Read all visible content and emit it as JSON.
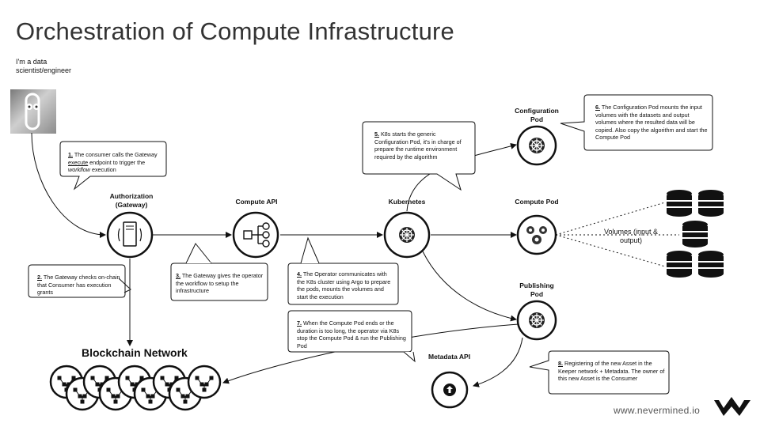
{
  "title": "Orchestration of Compute Infrastructure",
  "intro": "I'm a data scientist/engineer",
  "nodes": {
    "gateway": "Authorization (Gateway)",
    "compute_api": "Compute API",
    "kubernetes": "Kubernetes",
    "config_pod": "Configuration Pod",
    "compute_pod": "Compute Pod",
    "publishing_pod": "Publishing Pod",
    "metadata_api": "Metadata API",
    "blockchain": "Blockchain Network",
    "volumes": "Volumes (input & output)"
  },
  "steps": {
    "s1": {
      "num": "1.",
      "a": " The consumer calls the Gateway ",
      "b": "execute",
      "c": " endpoint to trigger the ",
      "d": "workflow",
      "e": " execution"
    },
    "s2": {
      "num": "2.",
      "text": " The Gateway checks on-chain that Consumer has execution grants"
    },
    "s3": {
      "num": "3.",
      "text": " The Gateway gives the operator the workflow to setup the infrastructure"
    },
    "s4": {
      "num": "4.",
      "text": " The Operator communicates with the K8s cluster using Argo to prepare the pods, mounts the volumes and start the execution"
    },
    "s5": {
      "num": "5.",
      "text": " K8s starts the generic Configuration Pod, it's in charge of prepare the runtime environment required by the algorithm"
    },
    "s6": {
      "num": "6.",
      "text": " The Configuration Pod mounts the input volumes with the datasets and output volumes where the resulted data will be copied. Also copy the algorithm and start the Compute Pod"
    },
    "s7": {
      "num": "7.",
      "text": " When the Compute Pod ends or the duration is too long, the operator via K8s stop the Compute Pod & run the Publishing Pod"
    },
    "s8": {
      "num": "8.",
      "text": " Registering of the new Asset in the Keeper network + Metadata. The owner of this new Asset is the Consumer"
    }
  },
  "footer": "www.nevermined.io"
}
